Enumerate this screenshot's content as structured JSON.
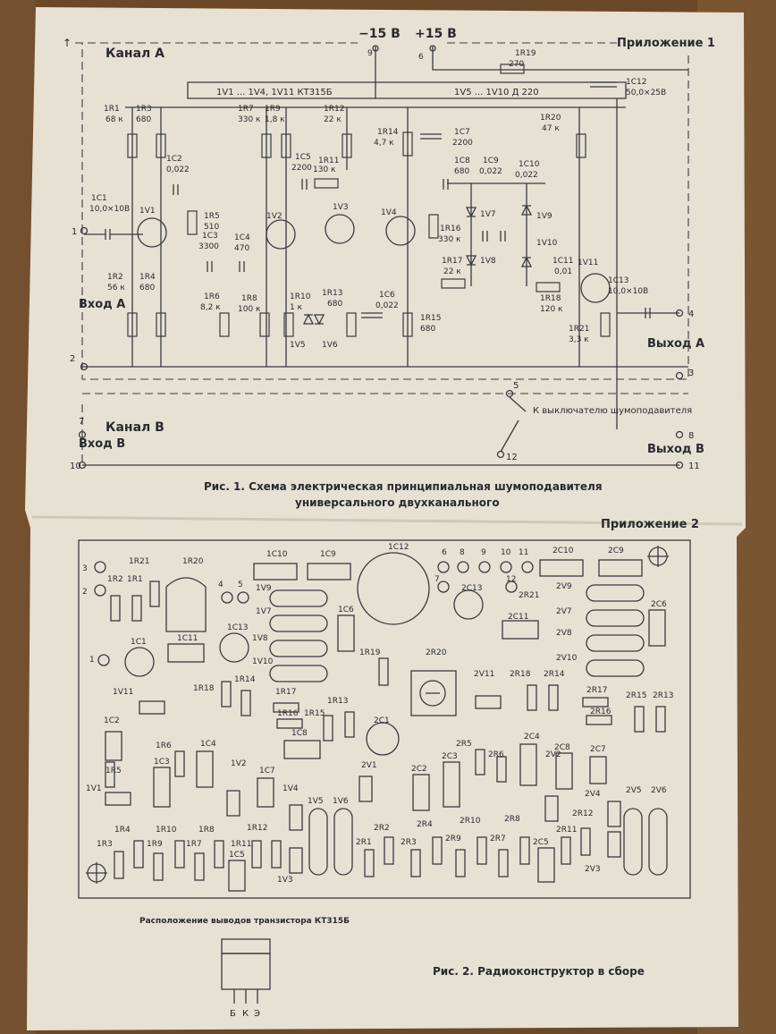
{
  "colors": {
    "paper": "#e6e1d3",
    "ink": "#2a2a2e",
    "wood": "#6e4a2a"
  },
  "fig1": {
    "appendix": "Приложение 1",
    "channel_a": "Канал А",
    "channel_b": "Канал В",
    "input_a": "Вход А",
    "input_b": "Вход В",
    "output_a": "Выход А",
    "output_b": "Выход В",
    "supply_neg": "−15 В",
    "supply_pos": "+15 В",
    "transistors_note": "1V1 ... 1V4, 1V11 КТ315Б",
    "diodes_note": "1V5 ... 1V10 Д 220",
    "switch_note": "К выключателю шумоподавителя",
    "caption_1": "Рис. 1. Схема электрическая принципиальная шумоподавителя",
    "caption_2": "универсального двухканального",
    "terminals": [
      "1",
      "2",
      "3",
      "4",
      "5",
      "6",
      "7",
      "8",
      "9",
      "10",
      "11",
      "12"
    ],
    "components": {
      "R1": [
        "1R1",
        "68 к"
      ],
      "R3": [
        "1R3",
        "680"
      ],
      "R7": [
        "1R7",
        "330 к"
      ],
      "R9": [
        "1R9",
        "1,8 к"
      ],
      "R12": [
        "1R12",
        "22 к"
      ],
      "R19": [
        "1R19",
        "270"
      ],
      "C12": [
        "1C12",
        "50,0×25В"
      ],
      "C2": [
        "1C2",
        "0,022"
      ],
      "C5": [
        "1C5",
        "2200"
      ],
      "R11": [
        "1R11",
        "130 к"
      ],
      "R14": [
        "1R14",
        "4,7 к"
      ],
      "C7": [
        "1C7",
        "2200"
      ],
      "R20": [
        "1R20",
        "47 к"
      ],
      "C8": [
        "1C8",
        "680"
      ],
      "C9": [
        "1C9",
        "0,022"
      ],
      "C10": [
        "1C10",
        "0,022"
      ],
      "C1": [
        "1C1",
        "10,0×10В"
      ],
      "R5": [
        "1R5",
        "510"
      ],
      "C3": [
        "1C3",
        "3300"
      ],
      "C4": [
        "1C4",
        "470"
      ],
      "R16": [
        "1R16",
        "330 к"
      ],
      "R17": [
        "1R17",
        "22 к"
      ],
      "C11": [
        "1C11",
        "0,01"
      ],
      "R18": [
        "1R18",
        "120 к"
      ],
      "R2": [
        "1R2",
        "56 к"
      ],
      "R4": [
        "1R4",
        "680"
      ],
      "R6": [
        "1R6",
        "8,2 к"
      ],
      "R8": [
        "1R8",
        "100 к"
      ],
      "R10": [
        "1R10",
        "1 к"
      ],
      "R13": [
        "1R13",
        "680"
      ],
      "C6": [
        "1C6",
        "0,022"
      ],
      "R15": [
        "1R15",
        "680"
      ],
      "C13": [
        "1C13",
        "10,0×10В"
      ],
      "R21": [
        "1R21",
        "3,3 к"
      ]
    },
    "labels": {
      "V1": "1V1",
      "V2": "1V2",
      "V3": "1V3",
      "V4": "1V4",
      "V5": "1V5",
      "V6": "1V6",
      "V7": "1V7",
      "V8": "1V8",
      "V9": "1V9",
      "V10": "1V10",
      "V11": "1V11"
    }
  },
  "fig2": {
    "appendix": "Приложение 2",
    "caption": "Рис. 2. Радиоконструктор в сборе",
    "pinout_title": "Расположение выводов транзистора КТ315Б",
    "pin_b": "Б",
    "pin_k": "К",
    "pin_e": "Э",
    "board_labels": [
      "3",
      "2",
      "1R2",
      "1R1",
      "1R21",
      "1R20",
      "4",
      "5",
      "1V9",
      "1V7",
      "1C10",
      "1C9",
      "1C12",
      "6",
      "8",
      "9",
      "10",
      "11",
      "7",
      "12",
      "2C10",
      "2C9",
      "2C13",
      "2R21",
      "2C11",
      "2V9",
      "2V7",
      "2V8",
      "2V10",
      "2C6",
      "1",
      "1C1",
      "1C11",
      "1C13",
      "1V8",
      "1V10",
      "1C6",
      "1R19",
      "2R20",
      "1V11",
      "1R18",
      "1R14",
      "1R17",
      "1R16",
      "1R15",
      "1R13",
      "2C1",
      "2V11",
      "2R18",
      "2R14",
      "2R17",
      "2R16",
      "2R15",
      "2R13",
      "1C2",
      "1C8",
      "1R6",
      "1C4",
      "1C3",
      "1R5",
      "1V2",
      "1C7",
      "2R5",
      "2R6",
      "2C4",
      "2C8",
      "2C7",
      "2C3",
      "2C2",
      "2V1",
      "2V2",
      "2V4",
      "2V5",
      "2V6",
      "1V1",
      "1V4",
      "1V5",
      "1V6",
      "1R4",
      "1R10",
      "1R8",
      "1R12",
      "1R3",
      "1R9",
      "1R7",
      "1R11",
      "1C5",
      "1V3",
      "2R1",
      "2R2",
      "2R3",
      "2R4",
      "2R9",
      "2R10",
      "2R7",
      "2R8",
      "2R11",
      "2R12",
      "2C5",
      "2V3"
    ]
  }
}
